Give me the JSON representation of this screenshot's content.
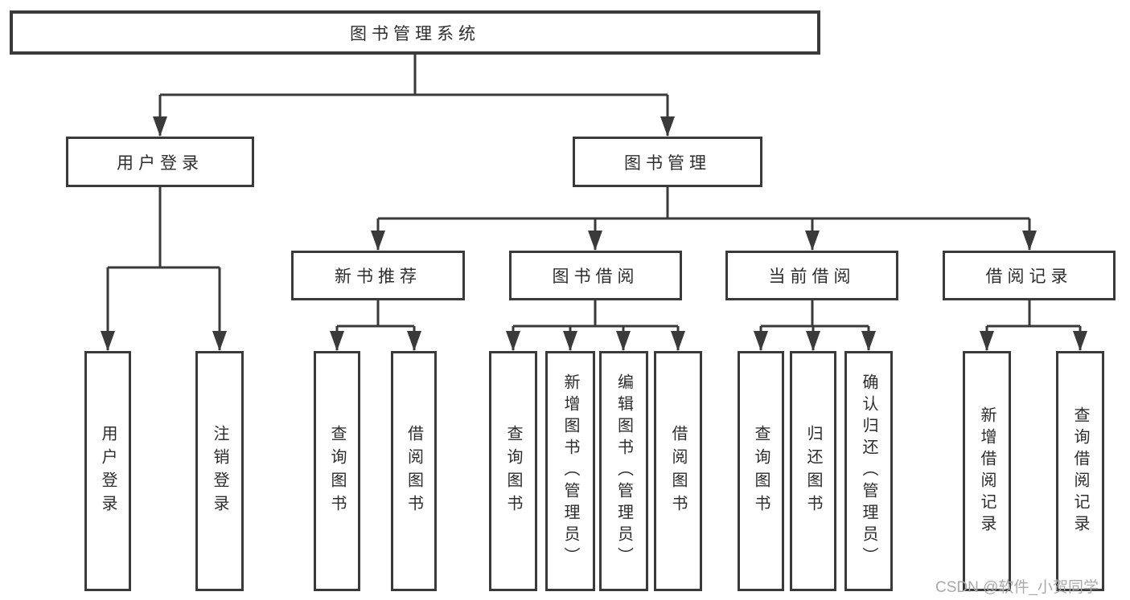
{
  "diagram": {
    "type": "tree",
    "title": "图书管理系统",
    "branches": [
      {
        "label": "用户登录",
        "children": [
          {
            "label": "用户登录"
          },
          {
            "label": "注销登录"
          }
        ]
      },
      {
        "label": "图书管理",
        "children": [
          {
            "label": "新书推荐",
            "children": [
              {
                "label": "查询图书"
              },
              {
                "label": "借阅图书"
              }
            ]
          },
          {
            "label": "图书借阅",
            "children": [
              {
                "label": "查询图书"
              },
              {
                "label": "新增图书（管理员）"
              },
              {
                "label": "编辑图书（管理员）"
              },
              {
                "label": "借阅图书"
              }
            ]
          },
          {
            "label": "当前借阅",
            "children": [
              {
                "label": "查询图书"
              },
              {
                "label": "归还图书"
              },
              {
                "label": "确认归还（管理员）"
              }
            ]
          },
          {
            "label": "借阅记录",
            "children": [
              {
                "label": "新增借阅记录"
              },
              {
                "label": "查询借阅记录"
              }
            ]
          }
        ]
      }
    ]
  },
  "watermark": {
    "text": "CSDN @软件_小贺同学"
  },
  "colors": {
    "line": "#3a3a3a",
    "box_border": "#3a3a3a",
    "text": "#2d2d2d",
    "background": "#ffffff",
    "watermark": "#a9a9a9"
  }
}
